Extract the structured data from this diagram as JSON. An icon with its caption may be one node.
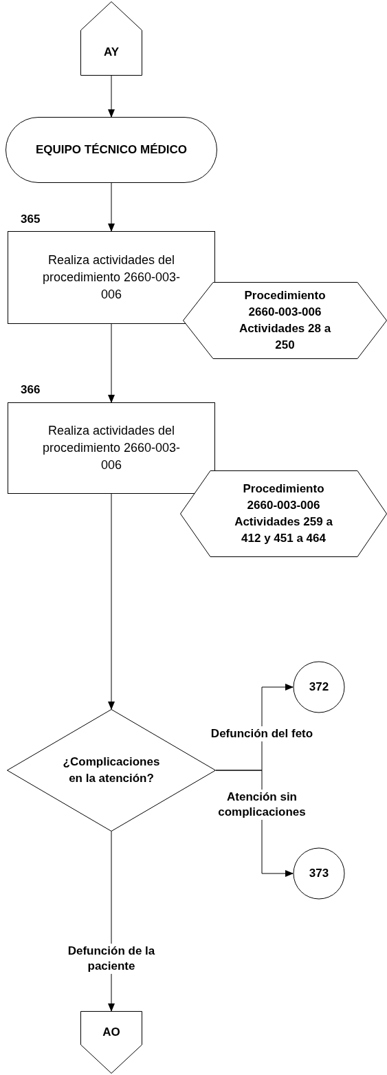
{
  "diagram": {
    "nodes": [
      {
        "text": [
          "AY"
        ]
      },
      {
        "text": [
          "EQUIPO TÉCNICO MÉDICO"
        ]
      },
      {
        "text": [
          "Realiza actividades del procedimiento 2660-003-006"
        ],
        "beside": [
          "365"
        ]
      },
      {
        "text": [
          "Procedimiento 2660-003-006 Actividades 28 a 250"
        ]
      },
      {
        "text": [
          "Realiza actividades del procedimiento 2660-003-006"
        ],
        "beside": [
          "366"
        ]
      },
      {
        "text": [
          "Procedimiento 2660-003-006 Actividades 259 a 412 y 451 a 464"
        ]
      },
      {
        "text": [
          "¿Complicaciones en la atención?"
        ]
      },
      {
        "text": [
          "372"
        ]
      },
      {
        "text": [
          "373"
        ]
      },
      {
        "text": [
          "AO"
        ]
      }
    ],
    "edges": [
      {
        "from": 0,
        "to": 1,
        "arrow": "to"
      },
      {
        "from": 1,
        "to": 2,
        "arrow": "to"
      },
      {
        "from": 2,
        "to": 4,
        "arrow": "to"
      },
      {
        "from": 4,
        "to": 6,
        "arrow": "to"
      },
      {
        "from": 6,
        "to": 7,
        "arrow": "to",
        "label": "Defunción del feto"
      },
      {
        "from": 6,
        "to": 8,
        "arrow": "to",
        "label": "Atención sin complicaciones"
      },
      {
        "from": 6,
        "to": 9,
        "arrow": "to",
        "label": "Defunción de la paciente"
      }
    ]
  }
}
